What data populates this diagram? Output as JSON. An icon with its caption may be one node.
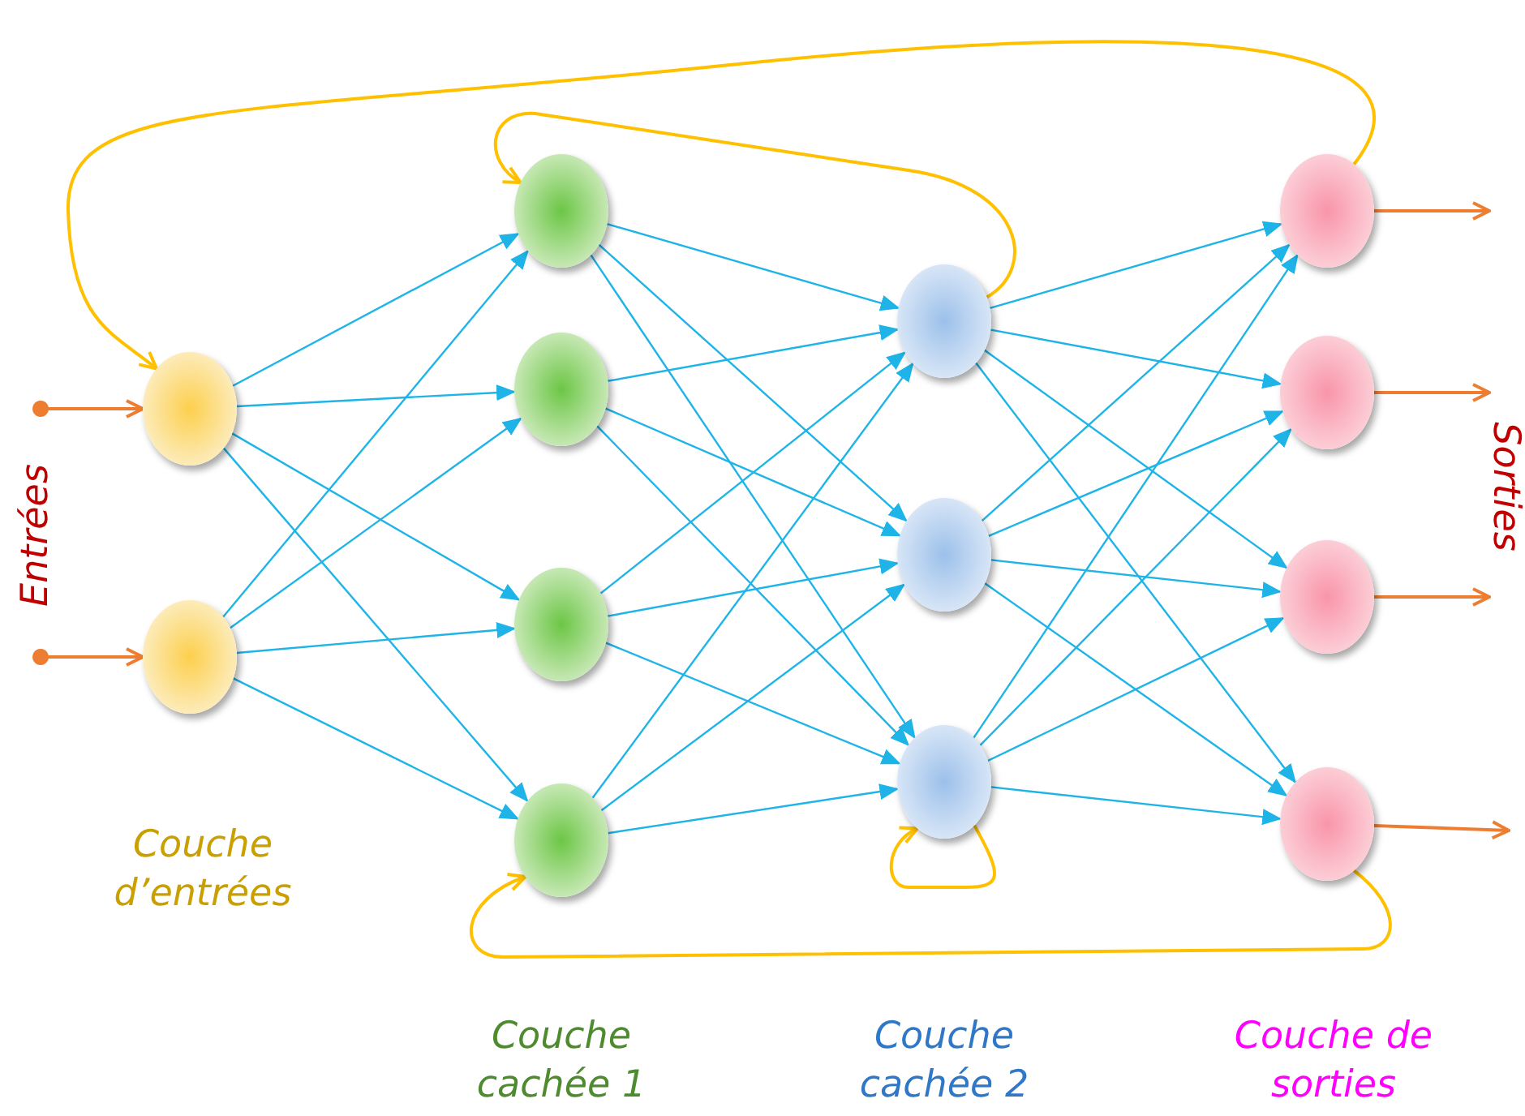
{
  "diagram": {
    "nodes": [
      {
        "text": [],
        "shape": "circle"
      },
      {
        "text": [],
        "shape": "circle"
      },
      {
        "text": [],
        "shape": "circle"
      },
      {
        "text": [],
        "shape": "circle"
      },
      {
        "text": [],
        "shape": "circle"
      },
      {
        "text": [],
        "shape": "circle"
      },
      {
        "text": [],
        "shape": "circle"
      },
      {
        "text": [],
        "shape": "circle"
      },
      {
        "text": [],
        "shape": "circle"
      },
      {
        "text": [],
        "shape": "circle"
      },
      {
        "text": [],
        "shape": "circle"
      },
      {
        "text": [],
        "shape": "circle"
      },
      {
        "text": [],
        "shape": "circle"
      }
    ],
    "edges": [
      {
        "from": null,
        "to": 0,
        "arrow": "to",
        "color": "#ed7d31"
      },
      {
        "from": null,
        "to": 1,
        "arrow": "to",
        "color": "#ed7d31"
      },
      {
        "from": 0,
        "to": 2,
        "arrow": "to"
      },
      {
        "from": 0,
        "to": 3,
        "arrow": "to"
      },
      {
        "from": 0,
        "to": 4,
        "arrow": "to"
      },
      {
        "from": 0,
        "to": 5,
        "arrow": "to"
      },
      {
        "from": 1,
        "to": 2,
        "arrow": "to"
      },
      {
        "from": 1,
        "to": 3,
        "arrow": "to"
      },
      {
        "from": 1,
        "to": 4,
        "arrow": "to"
      },
      {
        "from": 1,
        "to": 5,
        "arrow": "to"
      },
      {
        "from": 2,
        "to": 6,
        "arrow": "to"
      },
      {
        "from": 2,
        "to": 7,
        "arrow": "to"
      },
      {
        "from": 2,
        "to": 8,
        "arrow": "to"
      },
      {
        "from": 3,
        "to": 6,
        "arrow": "to"
      },
      {
        "from": 3,
        "to": 7,
        "arrow": "to"
      },
      {
        "from": 3,
        "to": 8,
        "arrow": "to"
      },
      {
        "from": 4,
        "to": 6,
        "arrow": "to"
      },
      {
        "from": 4,
        "to": 7,
        "arrow": "to"
      },
      {
        "from": 4,
        "to": 8,
        "arrow": "to"
      },
      {
        "from": 5,
        "to": 6,
        "arrow": "to"
      },
      {
        "from": 5,
        "to": 7,
        "arrow": "to"
      },
      {
        "from": 5,
        "to": 8,
        "arrow": "to"
      },
      {
        "from": 6,
        "to": 9,
        "arrow": "to"
      },
      {
        "from": 6,
        "to": 10,
        "arrow": "to"
      },
      {
        "from": 6,
        "to": 11,
        "arrow": "to"
      },
      {
        "from": 6,
        "to": 12,
        "arrow": "to"
      },
      {
        "from": 7,
        "to": 9,
        "arrow": "to"
      },
      {
        "from": 7,
        "to": 10,
        "arrow": "to"
      },
      {
        "from": 7,
        "to": 11,
        "arrow": "to"
      },
      {
        "from": 7,
        "to": 12,
        "arrow": "to"
      },
      {
        "from": 8,
        "to": 9,
        "arrow": "to"
      },
      {
        "from": 8,
        "to": 10,
        "arrow": "to"
      },
      {
        "from": 8,
        "to": 11,
        "arrow": "to"
      },
      {
        "from": 8,
        "to": 12,
        "arrow": "to"
      },
      {
        "from": 9,
        "to": null,
        "arrow": "to",
        "color": "#ed7d31"
      },
      {
        "from": 10,
        "to": null,
        "arrow": "to",
        "color": "#ed7d31"
      },
      {
        "from": 11,
        "to": null,
        "arrow": "to",
        "color": "#ed7d31"
      },
      {
        "from": 12,
        "to": null,
        "arrow": "to",
        "color": "#ed7d31"
      },
      {
        "from": 9,
        "to": 0,
        "arrow": "to",
        "color": "#ffc000"
      },
      {
        "from": 6,
        "to": 2,
        "arrow": "to",
        "color": "#ffc000"
      },
      {
        "from": 8,
        "to": 8,
        "arrow": "to",
        "color": "#ffc000"
      },
      {
        "from": 12,
        "to": 5,
        "arrow": "to",
        "color": "#ffc000"
      }
    ],
    "labels": [
      "Entrées",
      "Sorties",
      "Couche d’entrées",
      "Couche cachée 1",
      "Couche cachée 2",
      "Couche de sorties"
    ]
  }
}
